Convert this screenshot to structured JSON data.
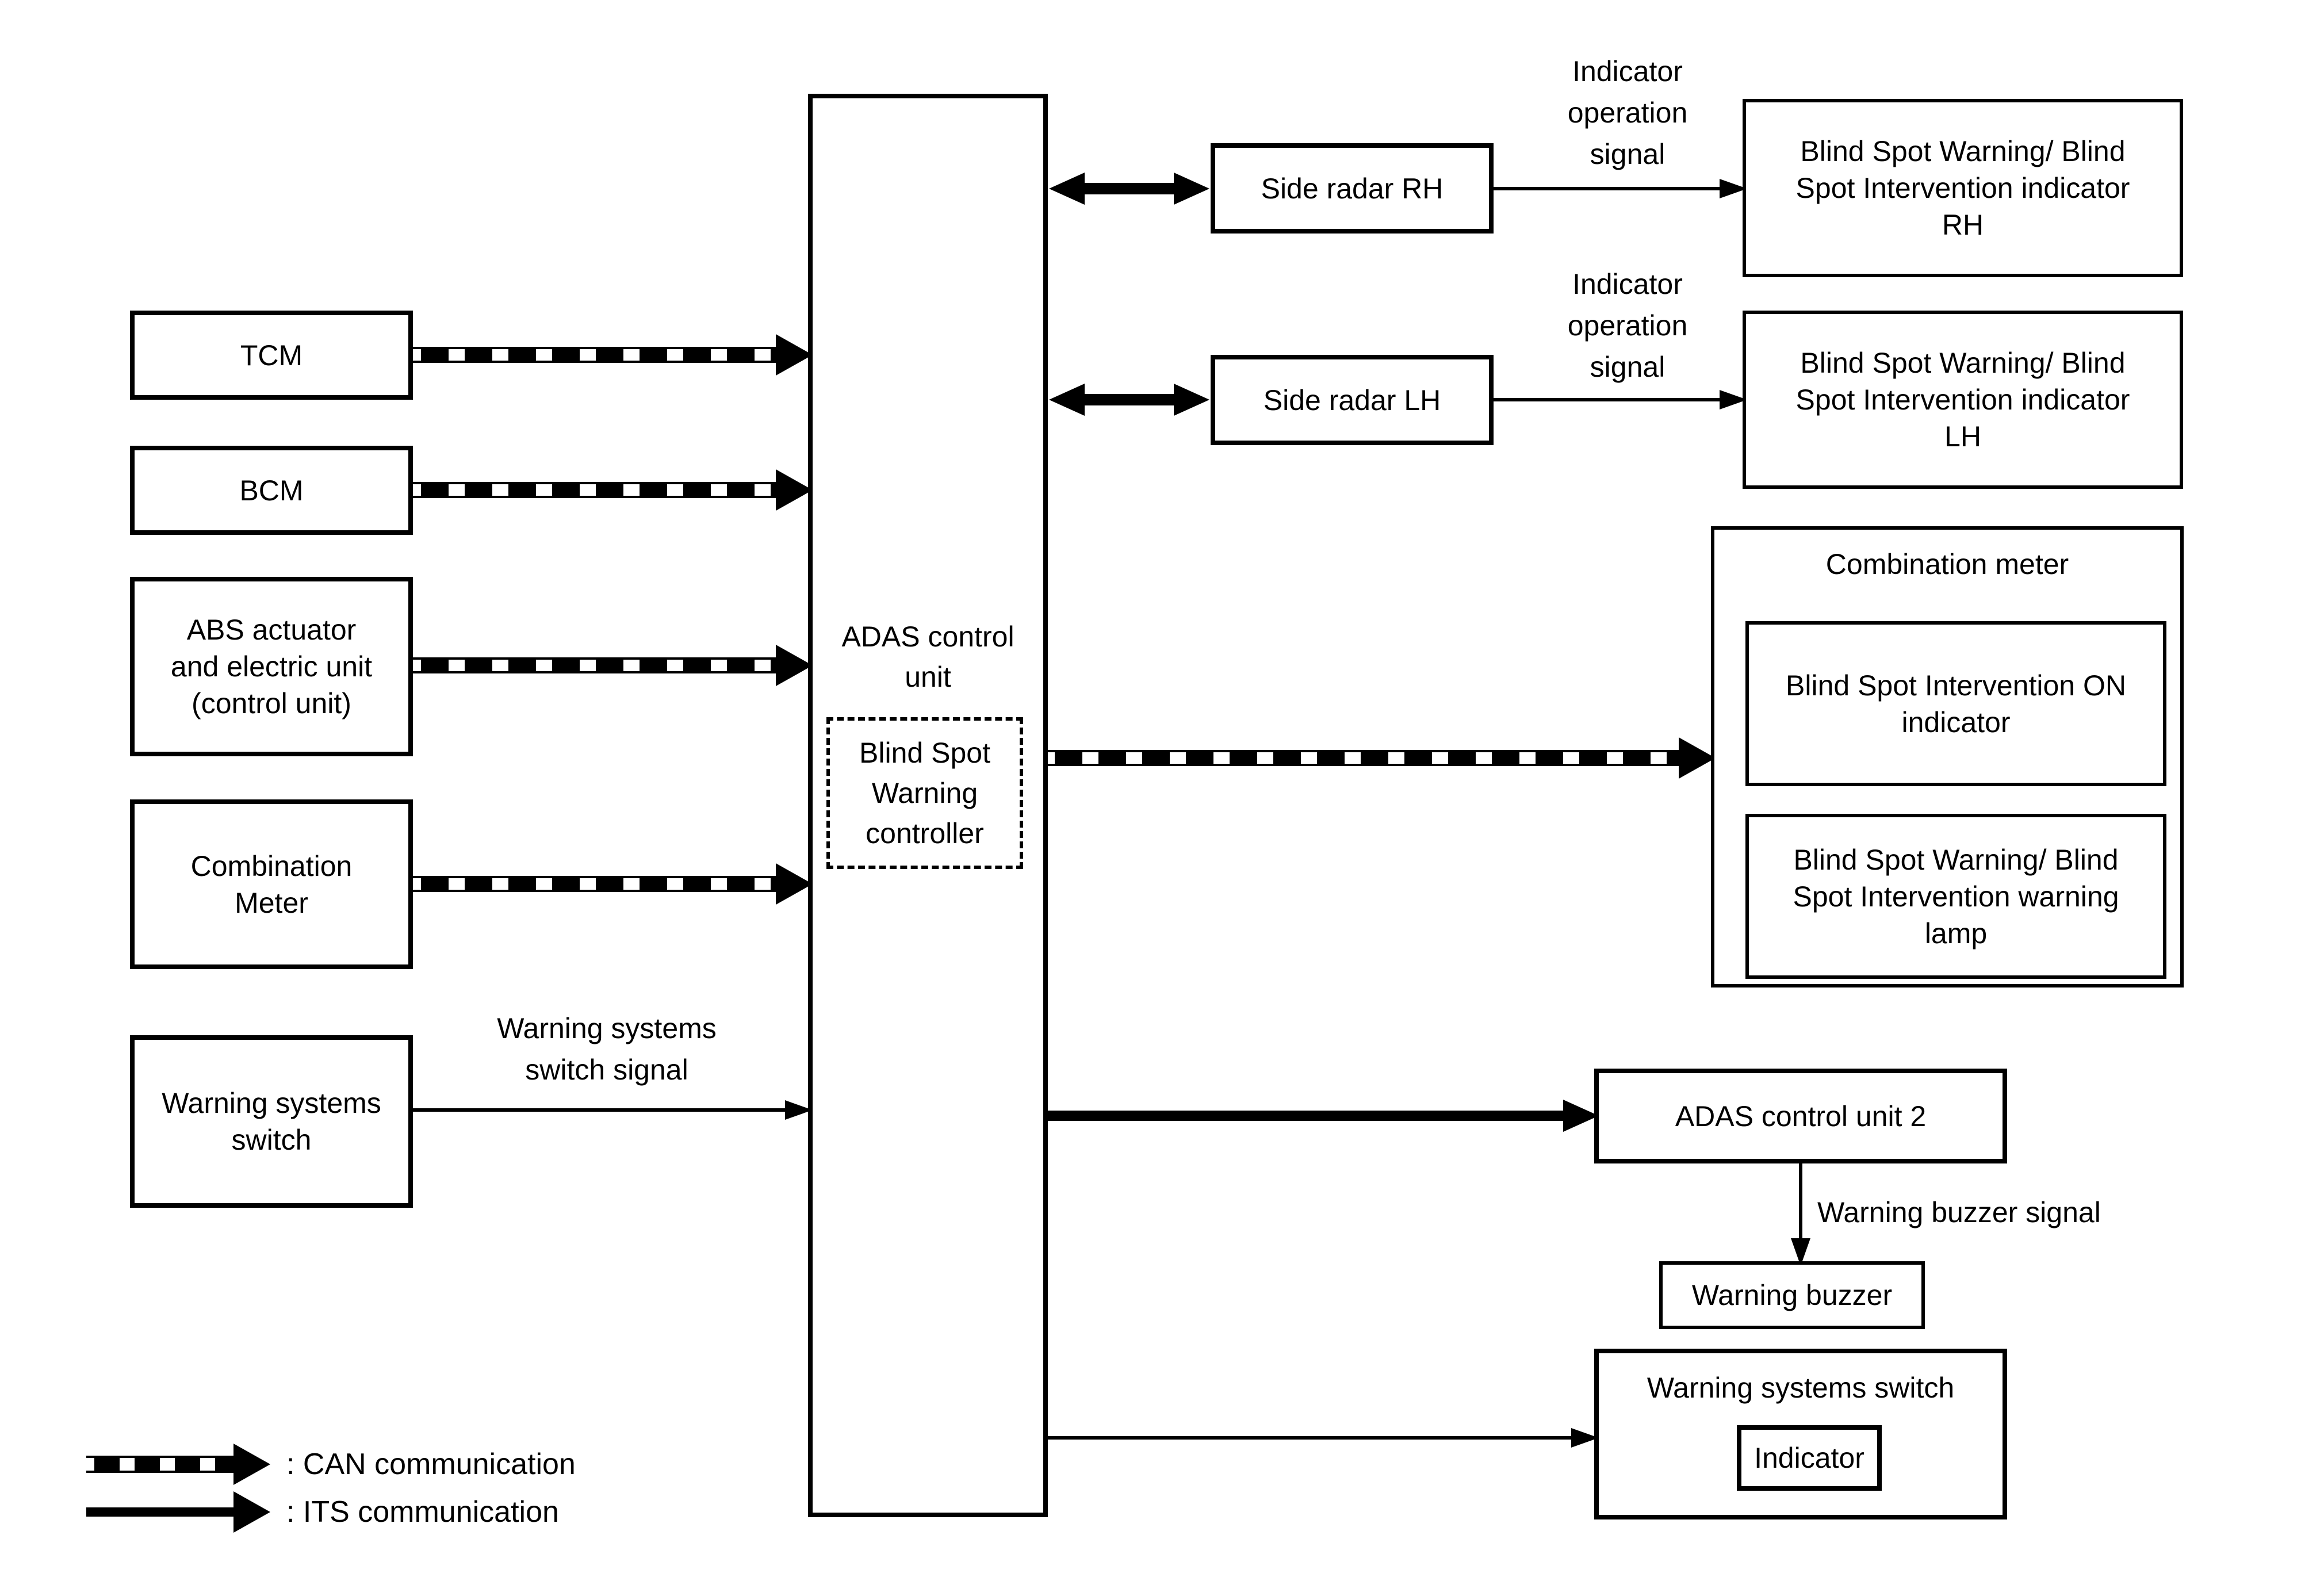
{
  "page": {
    "background": "#ffffff",
    "line_color": "#000000"
  },
  "boxes": {
    "tcm": {
      "label": "TCM"
    },
    "bcm": {
      "label": "BCM"
    },
    "abs_actuator": {
      "label": "ABS actuator\nand electric unit\n(control unit)"
    },
    "combination_meter_left": {
      "label": "Combination\nMeter"
    },
    "warning_systems_switch_left": {
      "label": "Warning systems\nswitch"
    },
    "adas_control_unit": {
      "label": "ADAS control\nunit"
    },
    "blind_spot_warning_controller": {
      "label": "Blind Spot\nWarning\ncontroller"
    },
    "side_radar_rh": {
      "label": "Side radar RH"
    },
    "side_radar_lh": {
      "label": "Side radar LH"
    },
    "bsw_bsi_indicator_rh": {
      "label": "Blind Spot Warning/ Blind\nSpot Intervention indicator\nRH"
    },
    "bsw_bsi_indicator_lh": {
      "label": "Blind Spot Warning/ Blind\nSpot Intervention indicator\nLH"
    },
    "combination_meter_right": {
      "title": "Combination meter",
      "bsi_on_indicator": {
        "label": "Blind Spot Intervention ON\nindicator"
      },
      "bsw_bsi_warning_lamp": {
        "label": "Blind Spot Warning/ Blind\nSpot Intervention warning\nlamp"
      }
    },
    "adas_control_unit_2": {
      "label": "ADAS control unit 2"
    },
    "warning_buzzer": {
      "label": "Warning buzzer"
    },
    "warning_systems_switch_right": {
      "title": "Warning systems switch",
      "indicator": {
        "label": "Indicator"
      }
    }
  },
  "signals": {
    "indicator_operation_signal_rh": "Indicator\noperation\nsignal",
    "indicator_operation_signal_lh": "Indicator\noperation\nsignal",
    "warning_systems_switch_signal": "Warning systems\nswitch signal",
    "warning_buzzer_signal": "Warning buzzer signal"
  },
  "legend": {
    "can": ": CAN communication",
    "its": ": ITS communication"
  }
}
